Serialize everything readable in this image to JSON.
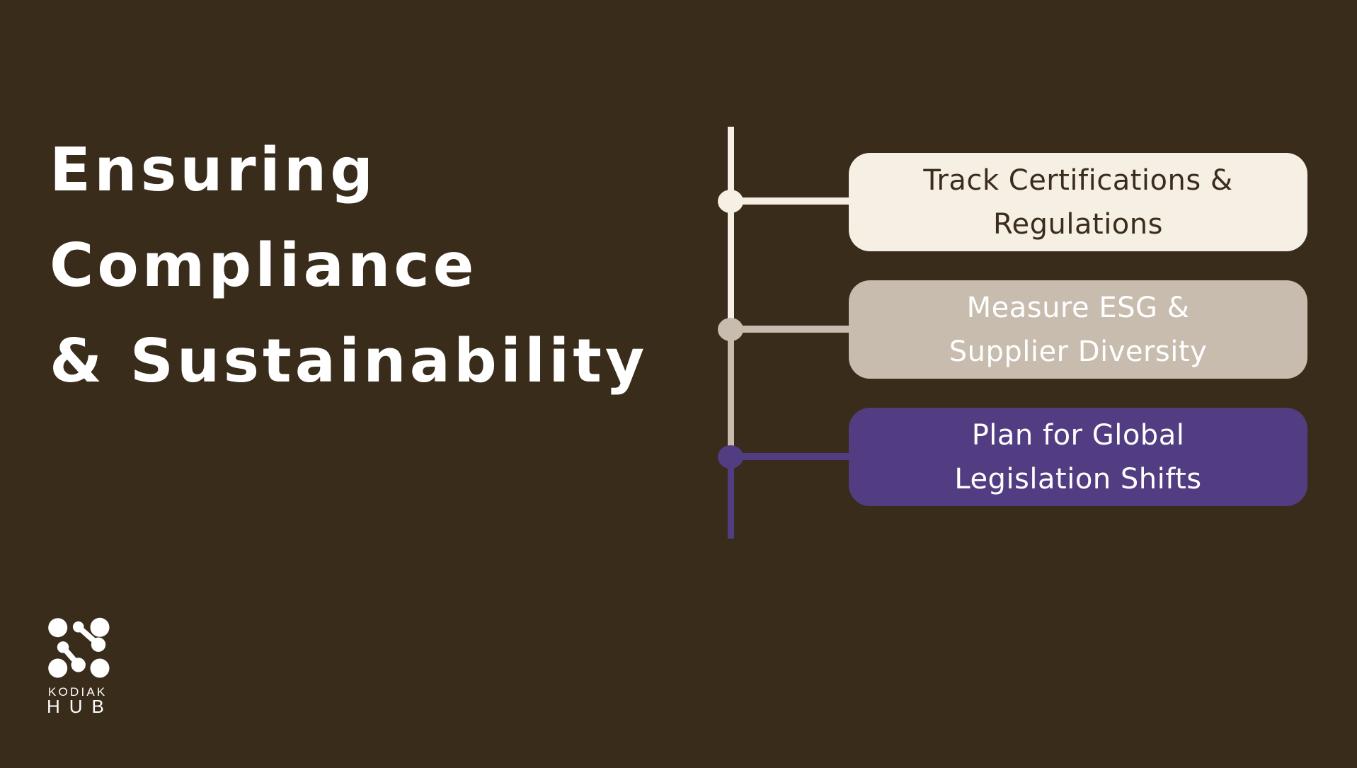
{
  "colors": {
    "bg": "#3a2c1b",
    "cream": "#f6efe4",
    "taupe": "#c8bcaf",
    "purple": "#533d82",
    "ink": "#3b2d1c",
    "white": "#ffffff"
  },
  "title": {
    "lines": [
      "Ensuring",
      "Compliance",
      "& Sustainability"
    ],
    "color": "#ffffff"
  },
  "timeline": {
    "items": [
      {
        "lines": [
          "Track Certifications &",
          "Regulations"
        ],
        "box_color": "#f6efe4",
        "text_color": "#3b2d1c",
        "node_color": "#f6efe4"
      },
      {
        "lines": [
          "Measure ESG &",
          "Supplier Diversity"
        ],
        "box_color": "#c8bcaf",
        "text_color": "#ffffff",
        "node_color": "#c8bcaf"
      },
      {
        "lines": [
          "Plan for Global",
          "Legislation Shifts"
        ],
        "box_color": "#533d82",
        "text_color": "#ffffff",
        "node_color": "#533d82"
      }
    ]
  },
  "logo": {
    "top_text": "KODIAK",
    "bottom_text": "HUB",
    "color": "#ffffff"
  }
}
